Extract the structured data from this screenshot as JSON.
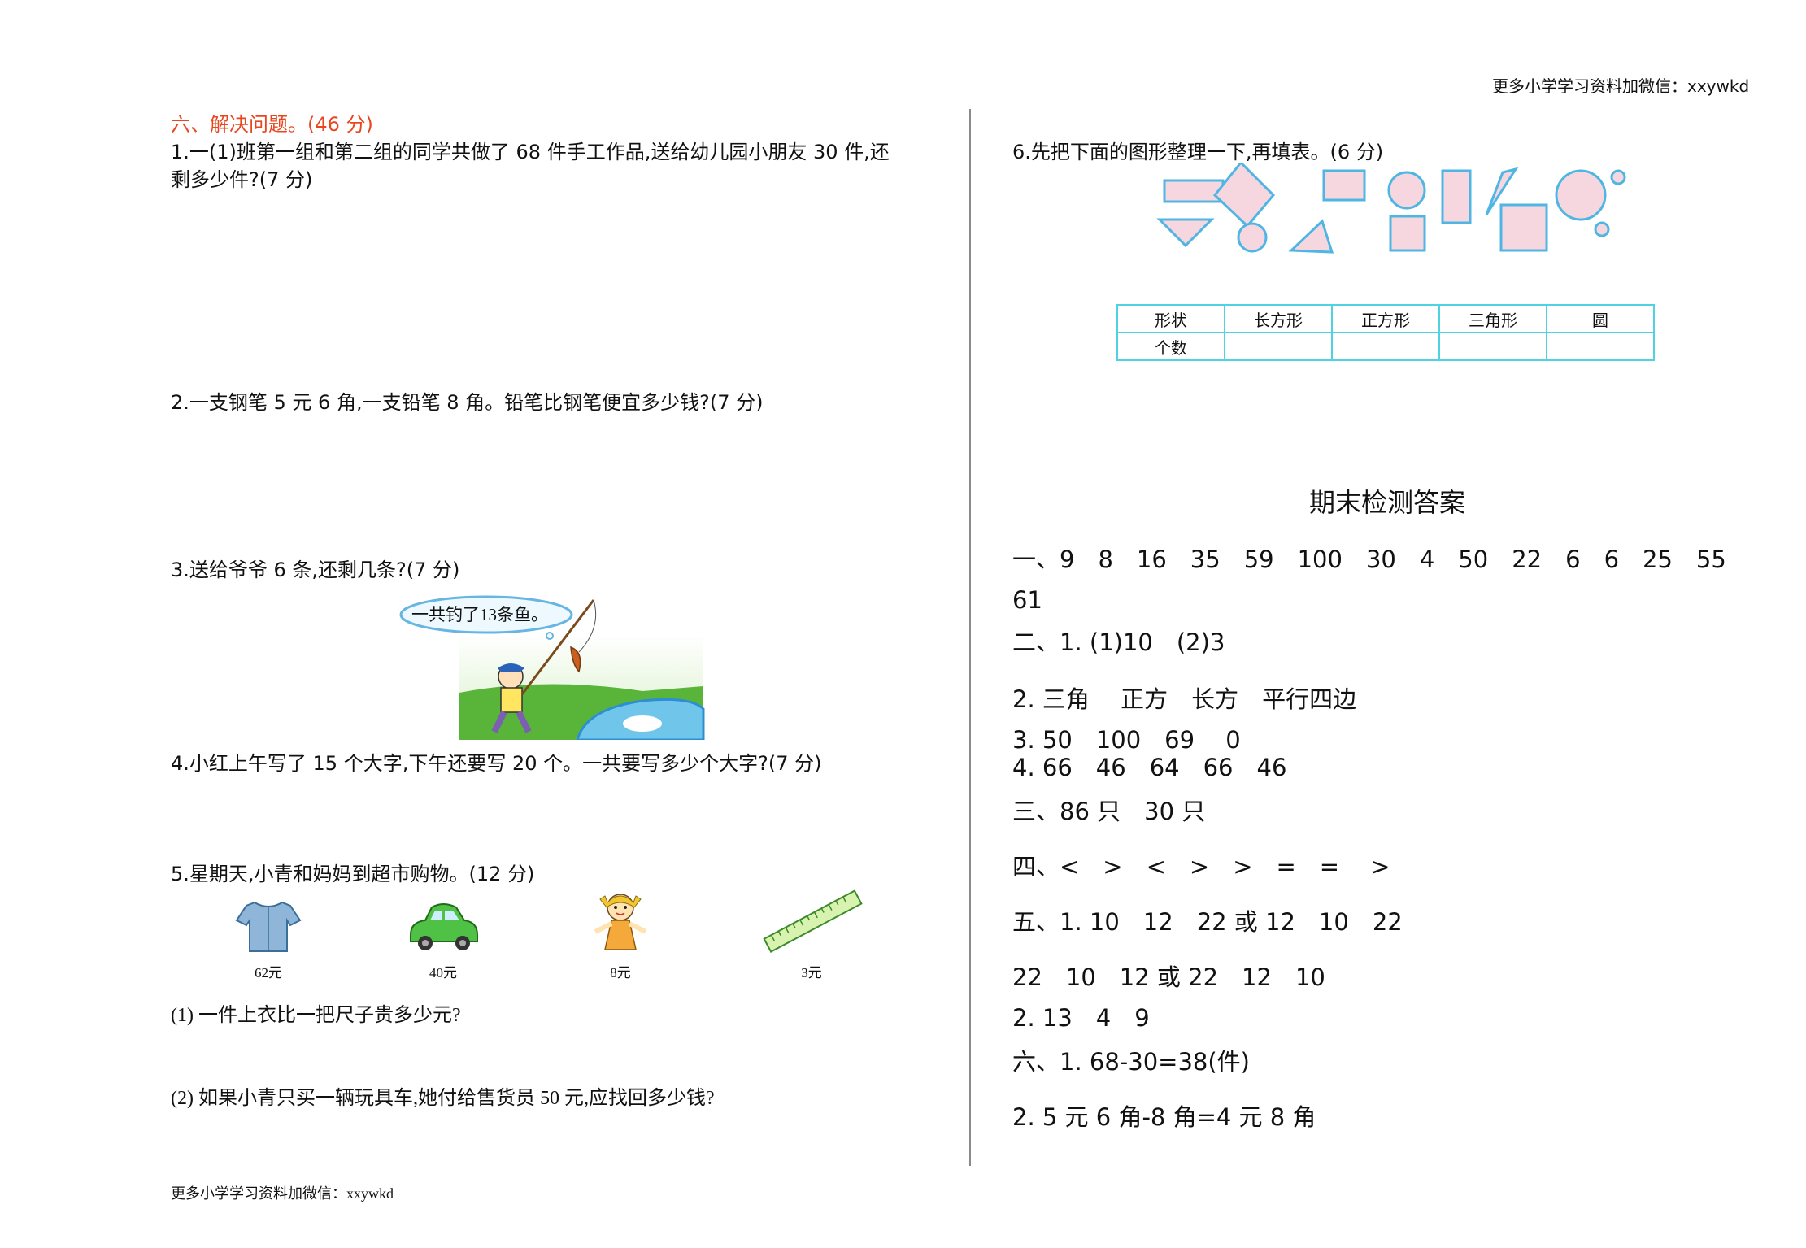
{
  "header": {
    "note": "更多小学学习资料加微信：xxywkd"
  },
  "footer": {
    "note": "更多小学学习资料加微信：xxywkd"
  },
  "left": {
    "section_title": "六、解决问题。(46 分)",
    "q1_line1": "1.一(1)班第一组和第二组的同学共做了 68 件手工作品,送给幼儿园小朋友 30 件,还",
    "q1_line2": "剩多少件?(7 分)",
    "q2": "2.一支钢笔 5 元 6 角,一支铅笔 8 角。铅笔比钢笔便宜多少钱?(7 分)",
    "q3": "3.送给爷爷 6 条,还剩几条?(7 分)",
    "q3_bubble": "一共钓了13条鱼。",
    "q4": "4.小红上午写了 15 个大字,下午还要写 20 个。一共要写多少个大字?(7 分)",
    "q5": "5.星期天,小青和妈妈到超市购物。(12 分)",
    "items": [
      {
        "name": "shirt",
        "price": "62元"
      },
      {
        "name": "car",
        "price": "40元"
      },
      {
        "name": "doll",
        "price": "8元"
      },
      {
        "name": "ruler",
        "price": "3元"
      }
    ],
    "q5_1": "(1) 一件上衣比一把尺子贵多少元?",
    "q5_2": "(2) 如果小青只买一辆玩具车,她付给售货员 50 元,应找回多少钱?"
  },
  "right": {
    "q6": "6.先把下面的图形整理一下,再填表。(6 分)",
    "table": {
      "row1": [
        "形状",
        "长方形",
        "正方形",
        "三角形",
        "圆"
      ],
      "row2": [
        "个数",
        "",
        "",
        "",
        ""
      ]
    },
    "answers_title": "期末检测答案",
    "answers": {
      "a1_line1": "一、9　8　16　35　59　100　30　4　50　22　6　6　25　55",
      "a1_line2": "61",
      "a2_1": "二、1. (1)10　(2)3",
      "a2_2": "2. 三角　 正方　长方　平行四边",
      "a2_3": "3. 50　100　69　 0",
      "a2_4": "4. 66　46　64　66　46",
      "a3": "三、86 只　30 只",
      "a4": "四、<　>　<　>　>　=　=　 >",
      "a5_1": "五、1. 10　12　22 或 12　10　22",
      "a5_2": "22　10　12 或 22　12　10",
      "a5_3": "2. 13　4　9",
      "a6_1": "六、1. 68-30=38(件)",
      "a6_2": "2. 5 元 6 角-8 角=4 元 8 角"
    }
  },
  "colors": {
    "section_title": "#e8461e",
    "shape_fill": "#f7d7df",
    "shape_stroke": "#4fb6e3",
    "table_border": "#4fd3e3"
  }
}
